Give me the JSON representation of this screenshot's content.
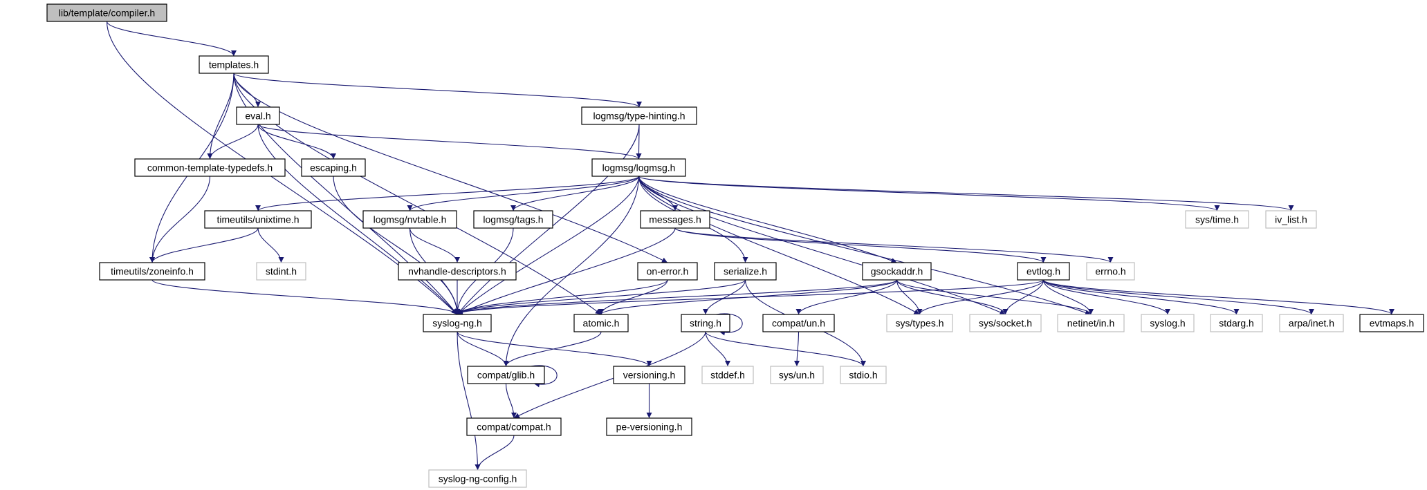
{
  "diagram": {
    "type": "include-dependency-graph",
    "colors": {
      "edge": "#191970",
      "root_fill": "#bfbfbf",
      "local_border": "#000000",
      "system_border": "#bfbfbf"
    },
    "nodes": [
      {
        "id": "compiler",
        "label": "lib/template/compiler.h",
        "kind": "root"
      },
      {
        "id": "templates",
        "label": "templates.h",
        "kind": "local"
      },
      {
        "id": "eval",
        "label": "eval.h",
        "kind": "local"
      },
      {
        "id": "common",
        "label": "common-template-typedefs.h",
        "kind": "local"
      },
      {
        "id": "escaping",
        "label": "escaping.h",
        "kind": "local"
      },
      {
        "id": "typehint",
        "label": "logmsg/type-hinting.h",
        "kind": "local"
      },
      {
        "id": "logmsg",
        "label": "logmsg/logmsg.h",
        "kind": "local"
      },
      {
        "id": "unixtime",
        "label": "timeutils/unixtime.h",
        "kind": "local"
      },
      {
        "id": "nvtable",
        "label": "logmsg/nvtable.h",
        "kind": "local"
      },
      {
        "id": "tags",
        "label": "logmsg/tags.h",
        "kind": "local"
      },
      {
        "id": "messages",
        "label": "messages.h",
        "kind": "local"
      },
      {
        "id": "systime",
        "label": "sys/time.h",
        "kind": "system"
      },
      {
        "id": "ivlist",
        "label": "iv_list.h",
        "kind": "system"
      },
      {
        "id": "zoneinfo",
        "label": "timeutils/zoneinfo.h",
        "kind": "local"
      },
      {
        "id": "stdint",
        "label": "stdint.h",
        "kind": "system"
      },
      {
        "id": "nvhandle",
        "label": "nvhandle-descriptors.h",
        "kind": "local"
      },
      {
        "id": "onerror",
        "label": "on-error.h",
        "kind": "local"
      },
      {
        "id": "serialize",
        "label": "serialize.h",
        "kind": "local"
      },
      {
        "id": "gsockaddr",
        "label": "gsockaddr.h",
        "kind": "local"
      },
      {
        "id": "evtlog",
        "label": "evtlog.h",
        "kind": "local"
      },
      {
        "id": "errno",
        "label": "errno.h",
        "kind": "system"
      },
      {
        "id": "syslogng",
        "label": "syslog-ng.h",
        "kind": "local"
      },
      {
        "id": "atomic",
        "label": "atomic.h",
        "kind": "local"
      },
      {
        "id": "string",
        "label": "string.h",
        "kind": "local"
      },
      {
        "id": "compatun",
        "label": "compat/un.h",
        "kind": "local"
      },
      {
        "id": "systypes",
        "label": "sys/types.h",
        "kind": "system"
      },
      {
        "id": "syssocket",
        "label": "sys/socket.h",
        "kind": "system"
      },
      {
        "id": "netinet",
        "label": "netinet/in.h",
        "kind": "system"
      },
      {
        "id": "syslog",
        "label": "syslog.h",
        "kind": "system"
      },
      {
        "id": "stdarg",
        "label": "stdarg.h",
        "kind": "system"
      },
      {
        "id": "arpainet",
        "label": "arpa/inet.h",
        "kind": "system"
      },
      {
        "id": "evtmaps",
        "label": "evtmaps.h",
        "kind": "local"
      },
      {
        "id": "glib",
        "label": "compat/glib.h",
        "kind": "local"
      },
      {
        "id": "versioning",
        "label": "versioning.h",
        "kind": "local"
      },
      {
        "id": "stddef",
        "label": "stddef.h",
        "kind": "system"
      },
      {
        "id": "sysun",
        "label": "sys/un.h",
        "kind": "system"
      },
      {
        "id": "stdio",
        "label": "stdio.h",
        "kind": "system"
      },
      {
        "id": "compat",
        "label": "compat/compat.h",
        "kind": "local"
      },
      {
        "id": "peversioning",
        "label": "pe-versioning.h",
        "kind": "local"
      },
      {
        "id": "config",
        "label": "syslog-ng-config.h",
        "kind": "system"
      }
    ],
    "edges": [
      [
        "compiler",
        "templates"
      ],
      [
        "compiler",
        "syslogng"
      ],
      [
        "templates",
        "eval"
      ],
      [
        "templates",
        "common"
      ],
      [
        "templates",
        "zoneinfo"
      ],
      [
        "templates",
        "syslogng"
      ],
      [
        "templates",
        "typehint"
      ],
      [
        "templates",
        "onerror"
      ],
      [
        "templates",
        "atomic"
      ],
      [
        "eval",
        "common"
      ],
      [
        "eval",
        "escaping"
      ],
      [
        "eval",
        "logmsg"
      ],
      [
        "eval",
        "syslogng"
      ],
      [
        "common",
        "zoneinfo"
      ],
      [
        "escaping",
        "syslogng"
      ],
      [
        "typehint",
        "logmsg"
      ],
      [
        "typehint",
        "syslogng"
      ],
      [
        "logmsg",
        "unixtime"
      ],
      [
        "logmsg",
        "nvtable"
      ],
      [
        "logmsg",
        "tags"
      ],
      [
        "logmsg",
        "messages"
      ],
      [
        "logmsg",
        "serialize"
      ],
      [
        "logmsg",
        "gsockaddr"
      ],
      [
        "logmsg",
        "systime"
      ],
      [
        "logmsg",
        "ivlist"
      ],
      [
        "logmsg",
        "syslogng"
      ],
      [
        "logmsg",
        "glib"
      ],
      [
        "logmsg",
        "systypes"
      ],
      [
        "logmsg",
        "syssocket"
      ],
      [
        "logmsg",
        "netinet"
      ],
      [
        "unixtime",
        "zoneinfo"
      ],
      [
        "unixtime",
        "stdint"
      ],
      [
        "nvtable",
        "nvhandle"
      ],
      [
        "nvtable",
        "syslogng"
      ],
      [
        "tags",
        "syslogng"
      ],
      [
        "messages",
        "syslogng"
      ],
      [
        "messages",
        "evtlog"
      ],
      [
        "messages",
        "errno"
      ],
      [
        "zoneinfo",
        "syslogng"
      ],
      [
        "nvhandle",
        "syslogng"
      ],
      [
        "onerror",
        "syslogng"
      ],
      [
        "onerror",
        "atomic"
      ],
      [
        "serialize",
        "syslogng"
      ],
      [
        "serialize",
        "string"
      ],
      [
        "serialize",
        "stdio"
      ],
      [
        "gsockaddr",
        "syslogng"
      ],
      [
        "gsockaddr",
        "atomic"
      ],
      [
        "gsockaddr",
        "compatun"
      ],
      [
        "gsockaddr",
        "systypes"
      ],
      [
        "gsockaddr",
        "syssocket"
      ],
      [
        "gsockaddr",
        "netinet"
      ],
      [
        "evtlog",
        "syslogng"
      ],
      [
        "evtlog",
        "systypes"
      ],
      [
        "evtlog",
        "syssocket"
      ],
      [
        "evtlog",
        "netinet"
      ],
      [
        "evtlog",
        "syslog"
      ],
      [
        "evtlog",
        "stdarg"
      ],
      [
        "evtlog",
        "arpainet"
      ],
      [
        "evtlog",
        "evtmaps"
      ],
      [
        "syslogng",
        "glib"
      ],
      [
        "syslogng",
        "versioning"
      ],
      [
        "syslogng",
        "config"
      ],
      [
        "atomic",
        "glib"
      ],
      [
        "string",
        "string"
      ],
      [
        "string",
        "stddef"
      ],
      [
        "string",
        "stdio"
      ],
      [
        "string",
        "compat"
      ],
      [
        "compatun",
        "sysun"
      ],
      [
        "glib",
        "glib"
      ],
      [
        "glib",
        "compat"
      ],
      [
        "versioning",
        "peversioning"
      ],
      [
        "compat",
        "config"
      ]
    ]
  }
}
